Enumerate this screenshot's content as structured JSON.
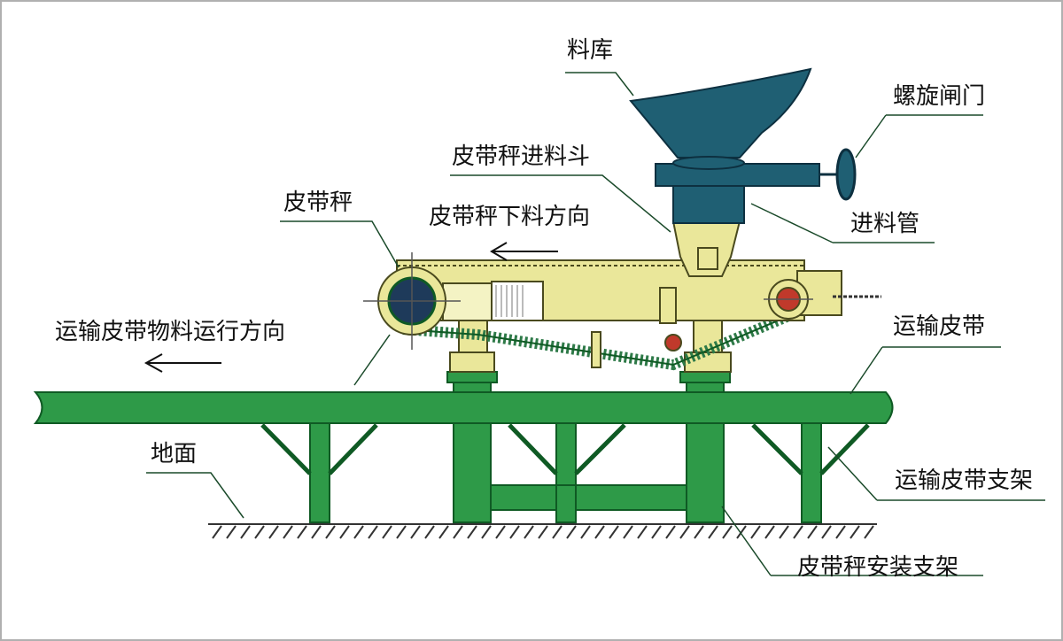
{
  "labels": {
    "hopper": "料库",
    "spiral_gate": "螺旋闸门",
    "feed_hopper": "皮带秤进料斗",
    "belt_scale": "皮带秤",
    "discharge_direction": "皮带秤下料方向",
    "feed_pipe": "进料管",
    "material_direction": "运输皮带物料运行方向",
    "conveyor_belt": "运输皮带",
    "ground": "地面",
    "conveyor_support": "运输皮带支架",
    "scale_support": "皮带秤安装支架"
  },
  "colors": {
    "hopper": "#1f5f73",
    "frame": "#2e9a48",
    "frame_dark": "#0f5a24",
    "scale_body": "#eae79a",
    "scale_outline": "#4a4a1e",
    "roller": "#1e3a5a",
    "leader": "#1a4a2a",
    "accent": "#c0392b"
  }
}
